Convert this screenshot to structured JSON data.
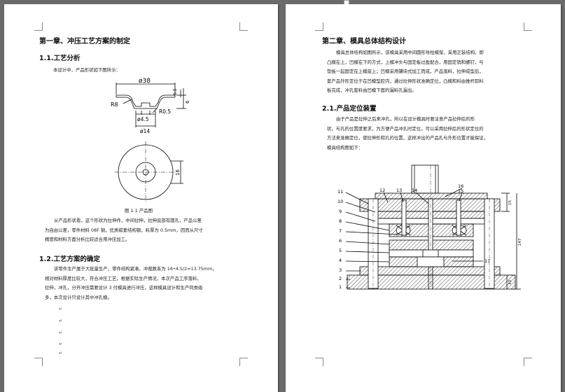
{
  "left_page": {
    "ch1_title": "第一章、冲压工艺方案的制定",
    "s11_title": "1.1.工艺分析",
    "s11_intro": "本设计中，产品形状如下图所示：",
    "drawing": {
      "dim_38": "ø38",
      "dim_r8": "R8",
      "dim_4_5": "ø4.5",
      "dim_r0_5": "R0.5",
      "dim_14": "ø14",
      "dim_0_5": "0.5",
      "dim_6": "6",
      "dim_16": "16"
    },
    "figure_caption": "图 1-1  产品图",
    "para1": [
      "从产品形状看，这个形状为拉伸件，中间拉伸，拉伸底部有圆孔，产品公差",
      "为自由公差，零件材料 08F 钢，优质碳素结构钢，料厚为 0.5mm，因而从尺寸",
      "精度和材料方面分析比较适合用冲压加工。"
    ],
    "s12_title": "1.2.工艺方案的确定",
    "para2": [
      "该零件生产属于大批量生产，零件结构紧凑，冲裁数系为 16•4.5/2=13.75mm，",
      "相对材料厚度比较大，符合冲压工艺，根据实际生产情况，本次产品工序落料，",
      "拉伸，冲孔，分开冲压需要设计 3 付模具进行冲压，这样模具设计和生产同类级",
      "多，本次设计只设计其中冲孔模。"
    ]
  },
  "right_page": {
    "ch2_title": "第二章、模具总体结构设计",
    "para1": [
      "模具总体结构如图所示，该模具采用中间圆形导柱模架，采用正装结构，即",
      "凸模在上，凹模在下的方式，上模冲头与固定板过盈配合，用固定销和螺钉，与",
      "垫板一起固定在上模座上；凹模采用镶块式加工而成，产品落料，拉伸成型后，",
      "套产品外形定位于在凹模型腔内，通过拉伸形状准确定位，凸模和料由推杆卸料",
      "板完成，冲孔废料由凹模下面的漏料孔漏出。"
    ],
    "s21_title": "2.1.产品定位装置",
    "para2": [
      "由于产品是拉伸之后来冲孔，所以在设计模具时要注意产品拉伸后的形",
      "状，与孔的位置度要求，为方便产品冲孔时定位，可以采用拉伸后的形状定位的",
      "方法来准确定位，使拉伸形和孔的位置，这样冲出的产品孔与外形位置才能保证，",
      "模具结构图如下："
    ],
    "assembly": {
      "labels_left": [
        "11",
        "10",
        "9",
        "8",
        "7",
        "6",
        "5",
        "4",
        "3",
        "2",
        "1"
      ],
      "labels_top": [
        "12",
        "13",
        "14",
        "16",
        "15"
      ],
      "label_17": "17",
      "dim_right": [
        "15",
        "147",
        "30"
      ]
    }
  }
}
